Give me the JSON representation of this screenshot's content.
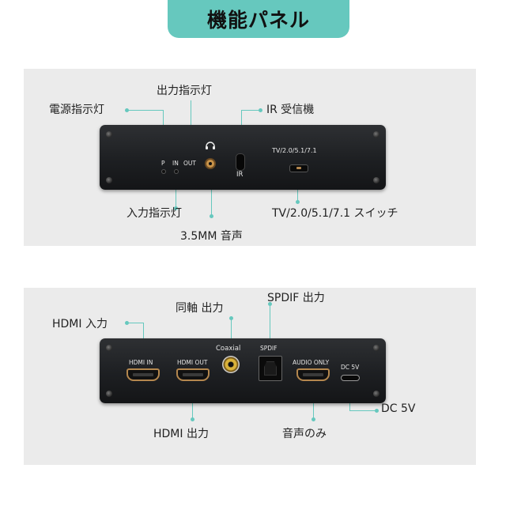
{
  "title": "機能パネル",
  "panel1": {
    "labels": {
      "power_led": "電源指示灯",
      "output_led": "出力指示灯",
      "ir_receiver": "IR 受信機",
      "input_led": "入力指示灯",
      "switch": "TV/2.0/5.1/7.1 スイッチ",
      "audio_35": "3.5MM 音声"
    },
    "printed": {
      "p": "P",
      "in": "IN",
      "out": "OUT",
      "ir": "IR",
      "switch_modes": "TV/2.0/5.1/7.1"
    },
    "icons": [
      "headphone-icon"
    ]
  },
  "panel2": {
    "labels": {
      "hdmi_in": "HDMI 入力",
      "coaxial_out": "同軸 出力",
      "spdif_out": "SPDIF 出力",
      "hdmi_out": "HDMI 出力",
      "audio_only": "音声のみ",
      "dc5v": "DC 5V"
    },
    "printed": {
      "hdmi_in": "HDMI IN",
      "hdmi_out": "HDMI OUT",
      "coaxial": "Coaxial",
      "spdif": "SPDIF",
      "audio_only": "AUDIO ONLY",
      "dc5v": "DC 5V"
    }
  },
  "colors": {
    "accent": "#66c8be",
    "panel_background": "#ebebeb",
    "device_body": "#1d1f22",
    "hdmi_frame": "#b4874e"
  }
}
